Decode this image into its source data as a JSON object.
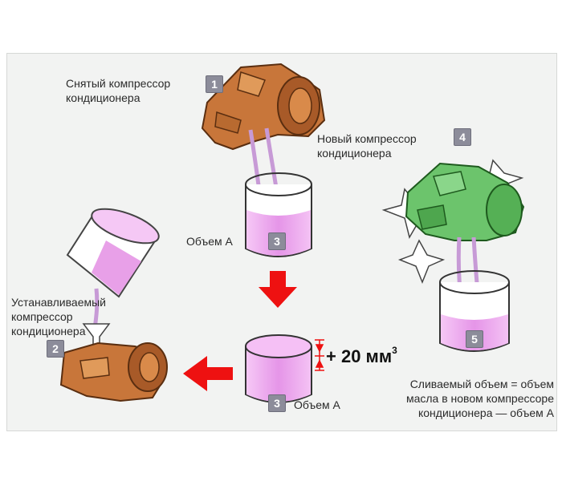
{
  "labels": {
    "removed": "Снятый компрессор\nкондиционера",
    "new": "Новый компрессор\nкондиционера",
    "install": "Устанавливаемый\nкомпрессор\nкондиционера",
    "volume_a_top": "Объем А",
    "volume_a_bottom": "Объем А",
    "formula": "Сливаемый объем = объем\nмасла в новом компрессоре\nкондиционера — объем А"
  },
  "badges": {
    "b1": "1",
    "b2": "2",
    "b3_top": "3",
    "b3_bottom": "3",
    "b4": "4",
    "b5": "5"
  },
  "plus": {
    "value": "+ 20 мм",
    "sup": "3"
  },
  "colors": {
    "old_compressor": "#c8763a",
    "new_compressor": "#6cc46c",
    "oil": "#e8a8e8",
    "arrow": "#ee1111",
    "badge": "#8c8c9a"
  }
}
